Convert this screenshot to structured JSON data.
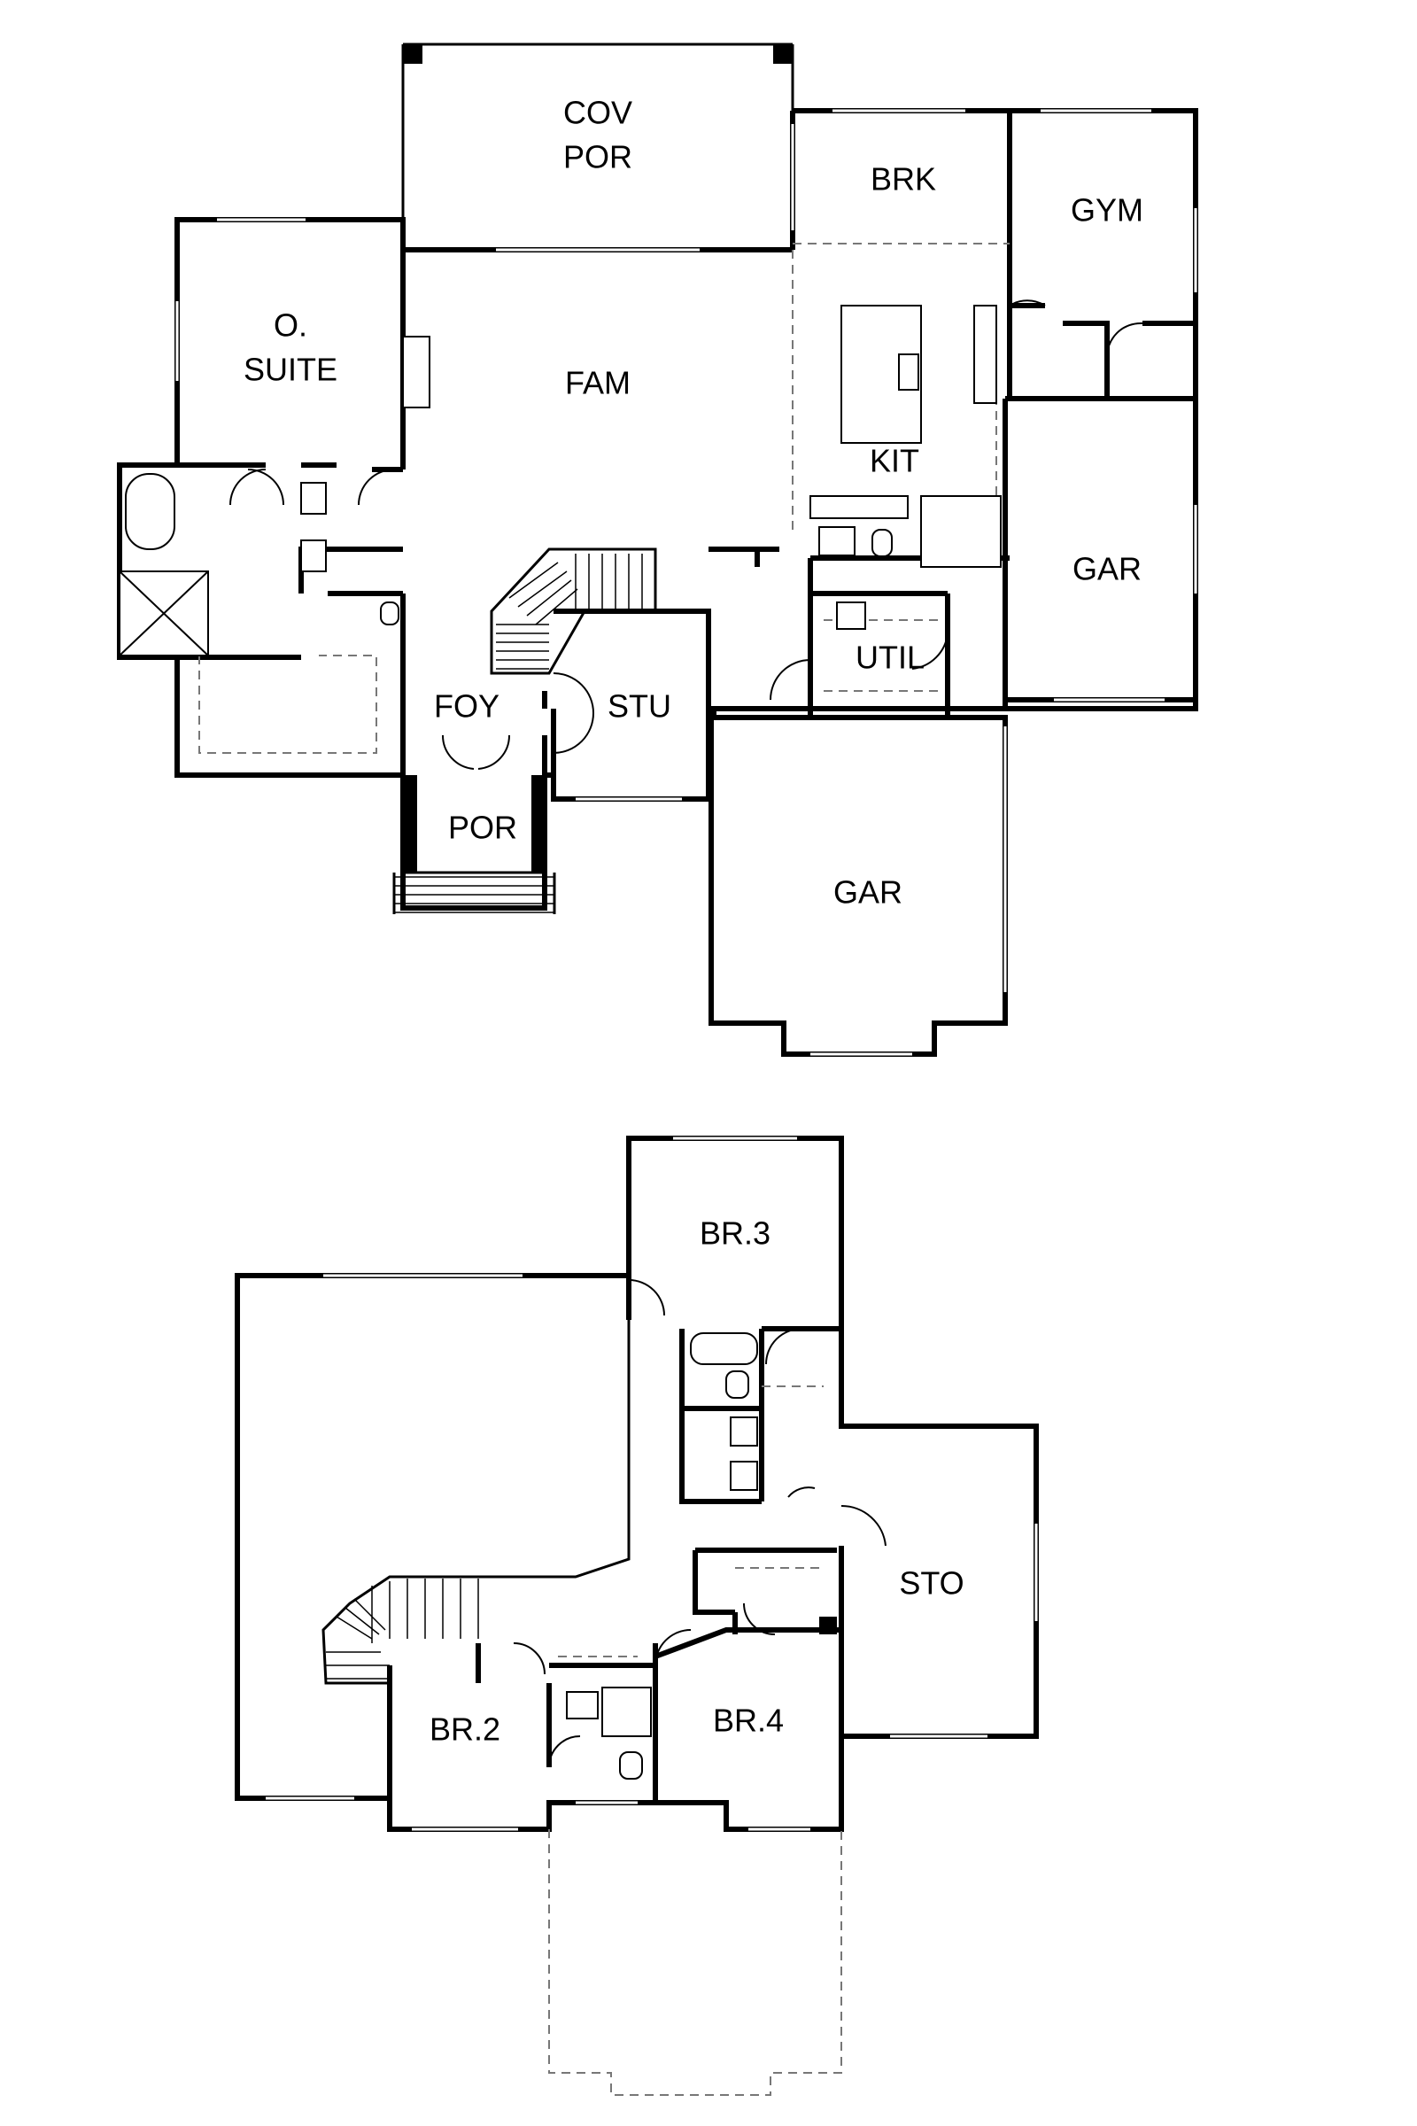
{
  "plan": {
    "first_floor": {
      "rooms": {
        "cov_por_line1": "COV",
        "cov_por_line2": "POR",
        "brk": "BRK",
        "gym": "GYM",
        "o_suite_line1": "O.",
        "o_suite_line2": "SUITE",
        "fam": "FAM",
        "kit": "KIT",
        "gar_side": "GAR",
        "util": "UTIL",
        "foy": "FOY",
        "stu": "STU",
        "por": "POR",
        "gar_main": "GAR"
      }
    },
    "second_floor": {
      "rooms": {
        "br3": "BR.3",
        "sto": "STO",
        "br2": "BR.2",
        "br4": "BR.4"
      }
    }
  }
}
